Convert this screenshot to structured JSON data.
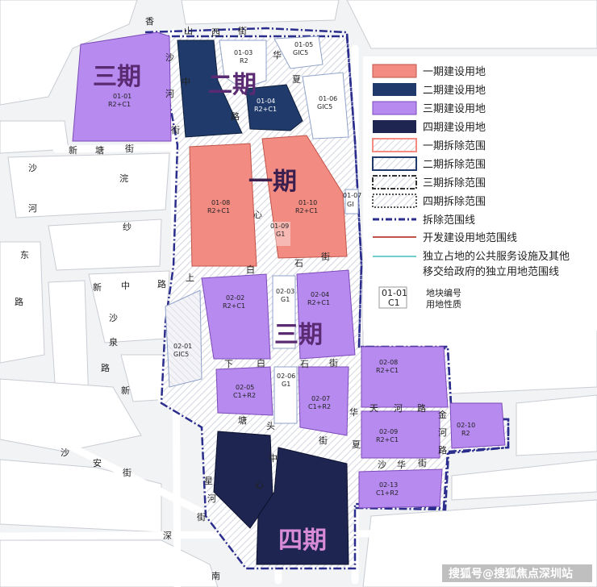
{
  "colors": {
    "phase1": "#f28b82",
    "phase2": "#1f3a6b",
    "phase3": "#b78af0",
    "phase4": "#1e2550",
    "boundary": "#2a2d8c",
    "road": "#ffffff"
  },
  "phase_labels": {
    "p1": "一期",
    "p2": "二期",
    "p3_top": "三期",
    "p3_mid": "三期",
    "p4": "四期"
  },
  "roads": {
    "r_shan": "山",
    "r_xi": "西",
    "r_jie_top": "街",
    "r_xiang": "香",
    "r_sha_v": "沙",
    "r_he_v": "河",
    "r_jie_v": "街",
    "r_xin1": "新",
    "r_tang": "塘",
    "r_jie2": "街",
    "r_sha_l": "沙",
    "r_he_l": "河",
    "r_dong": "东",
    "r_lu_l": "路",
    "r_huan": "浣",
    "r_miao": "纱",
    "r_xin_zhong": "新",
    "r_zhong": "中",
    "r_lu2": "路",
    "r_sha_q": "沙",
    "r_quan": "泉",
    "r_lu3": "路",
    "r_xin3": "新",
    "r_hua1": "华",
    "r_xia1": "夏",
    "r_zhong_v": "中",
    "r_xin_v": "心",
    "r_lu_v": "路",
    "r_shang": "上",
    "r_bai": "白",
    "r_shi": "石",
    "r_jie3": "街",
    "r_xia2": "下",
    "r_bai2": "白",
    "r_shi2": "石",
    "r_jie4": "街",
    "r_hua2": "华",
    "r_xia3": "夏",
    "r_tian": "天",
    "r_he2": "河",
    "r_lu4": "路",
    "r_jin": "金",
    "r_he3": "河",
    "r_lu5": "路",
    "r_tang2": "塘",
    "r_tou": "头",
    "r_jie5": "街",
    "r_sha_an1": "沙",
    "r_an": "安",
    "r_jie6": "街",
    "r_shahua1": "沙",
    "r_shahua2": "华",
    "r_jie7": "街",
    "r_xing": "星",
    "r_he4": "河",
    "r_jie8": "街",
    "r_shen": "深",
    "r_nan": "南",
    "r_zhong2": "中",
    "r_xin2": "心"
  },
  "parcels": {
    "p0101": {
      "id": "01-01",
      "use": "R2+C1"
    },
    "p0103": {
      "id": "01-03",
      "use": "R2"
    },
    "p0104": {
      "id": "01-04",
      "use": "R2+C1"
    },
    "p0105": {
      "id": "01-05",
      "use": "GIC5"
    },
    "p0106": {
      "id": "01-06",
      "use": "GIC5"
    },
    "p0107": {
      "id": "01-07",
      "use": "GI"
    },
    "p0108": {
      "id": "01-08",
      "use": "R2+C1"
    },
    "p0109": {
      "id": "01-09",
      "use": "G1"
    },
    "p0110": {
      "id": "01-10",
      "use": "R2+C1"
    },
    "p0201": {
      "id": "02-01",
      "use": "GIC5"
    },
    "p0202": {
      "id": "02-02",
      "use": "R2+C1"
    },
    "p0203": {
      "id": "02-03",
      "use": "G1"
    },
    "p0204": {
      "id": "02-04",
      "use": "R2+C1"
    },
    "p0205": {
      "id": "02-05",
      "use": "C1+R2"
    },
    "p0206": {
      "id": "02-06",
      "use": "G1"
    },
    "p0207": {
      "id": "02-07",
      "use": "C1+R2"
    },
    "p0208": {
      "id": "02-08",
      "use": "R2+C1"
    },
    "p0209": {
      "id": "02-09",
      "use": "R2+C1"
    },
    "p0210": {
      "id": "02-10",
      "use": "R2"
    },
    "p0213": {
      "id": "02-13",
      "use": "C1+R2"
    }
  },
  "legend": {
    "items": [
      "一期建设用地",
      "二期建设用地",
      "三期建设用地",
      "四期建设用地",
      "一期拆除范围",
      "二期拆除范围",
      "三期拆除范围",
      "四期拆除范围",
      "拆除范围线",
      "开发建设用地范围线",
      "独立占地的公共服务设施及其他",
      "移交给政府的独立用地范围线"
    ],
    "key_code": "01-01",
    "key_use": "C1",
    "key_code_label": "地块编号",
    "key_use_label": "用地性质"
  },
  "watermark": "搜狐号@搜狐焦点深圳站"
}
